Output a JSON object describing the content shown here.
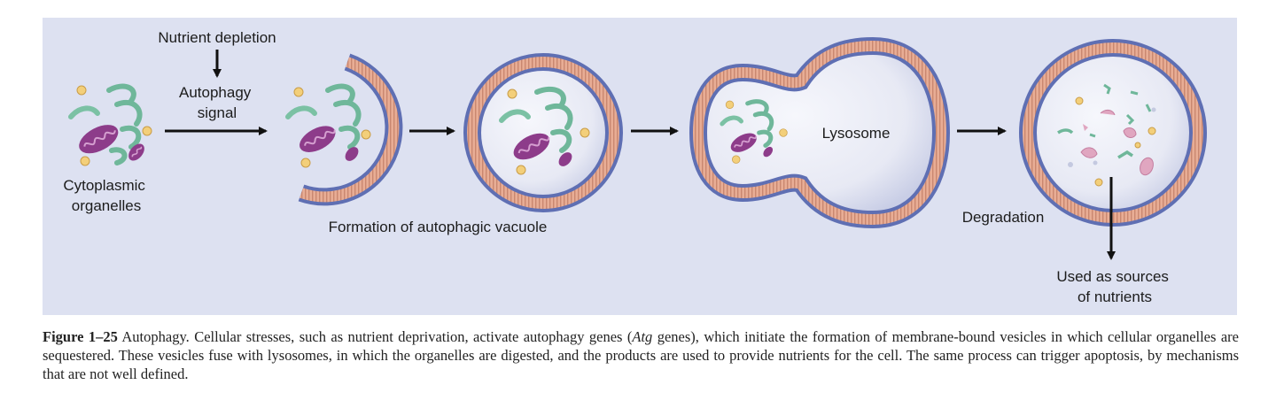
{
  "labels": {
    "nutrient_depletion": "Nutrient depletion",
    "autophagy_signal": [
      "Autophagy",
      "signal"
    ],
    "cytoplasmic_organelles": [
      "Cytoplasmic",
      "organelles"
    ],
    "formation": "Formation of autophagic vacuole",
    "lysosome": "Lysosome",
    "degradation": "Degradation",
    "used_as_sources": [
      "Used as sources",
      "of nutrients"
    ]
  },
  "caption": {
    "figure_label": "Figure 1–25",
    "part1": " Autophagy. Cellular stresses, such as nutrient deprivation, activate autophagy genes (",
    "atg": "Atg",
    "part2": " genes), which initiate the formation of membrane-bound vesicles in which cellular organelles are sequestered. These vesicles fuse with lysosomes, in which the organelles are digested, and the products are used to provide nutrients for the cell. The same process can trigger apoptosis, by mechanisms that are not well defined."
  },
  "colors": {
    "panel_bg": "#dde1f1",
    "membrane_outer": "#5f6fb3",
    "membrane_core": "#e6aa92",
    "lumen": "#e9ebf6",
    "mitochondria": "#8d3c8a",
    "er": "#6fb79a",
    "vesicle_dot": "#f3cf7a",
    "debris_pink": "#e0a6c0"
  }
}
